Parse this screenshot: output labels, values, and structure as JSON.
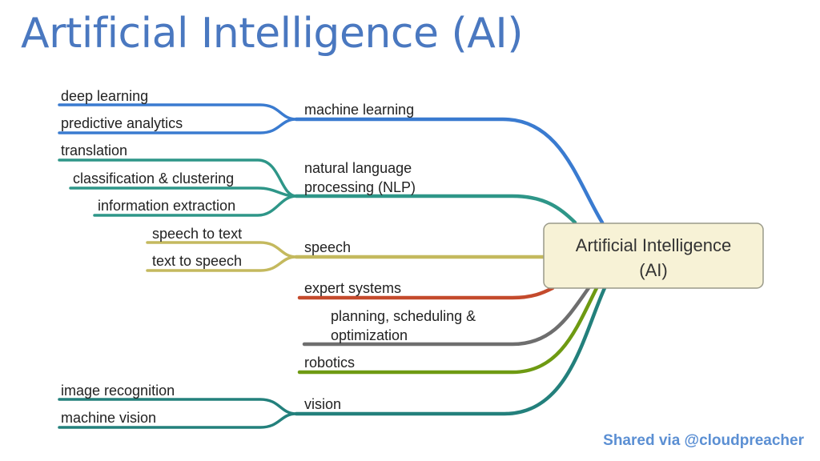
{
  "title": "Artificial Intelligence (AI)",
  "center": {
    "line1": "Artificial Intelligence",
    "line2": "(AI)"
  },
  "colors": {
    "title": "#4a78c0",
    "credit": "#5b8fd3",
    "center_fill": "#f7f2d6",
    "center_border": "#9a9a8a"
  },
  "branches": [
    {
      "label": "machine learning",
      "color": "#3a7bd0",
      "children": [
        "deep learning",
        "predictive analytics"
      ]
    },
    {
      "label": "natural language processing (NLP)",
      "label_lines": [
        "natural language",
        "processing (NLP)"
      ],
      "color": "#2e9688",
      "children": [
        "translation",
        "classification & clustering",
        "information extraction"
      ]
    },
    {
      "label": "speech",
      "color": "#c4b95e",
      "children": [
        "speech to text",
        "text to speech"
      ]
    },
    {
      "label": "expert systems",
      "color": "#c44a2c",
      "children": []
    },
    {
      "label": "planning, scheduling & optimization",
      "label_lines": [
        "planning, scheduling &",
        "optimization"
      ],
      "color": "#6e6e6e",
      "children": []
    },
    {
      "label": "robotics",
      "color": "#6e9a12",
      "children": []
    },
    {
      "label": "vision",
      "color": "#23807c",
      "children": [
        "image recognition",
        "machine vision"
      ]
    }
  ],
  "credit": "Shared via @cloudpreacher"
}
